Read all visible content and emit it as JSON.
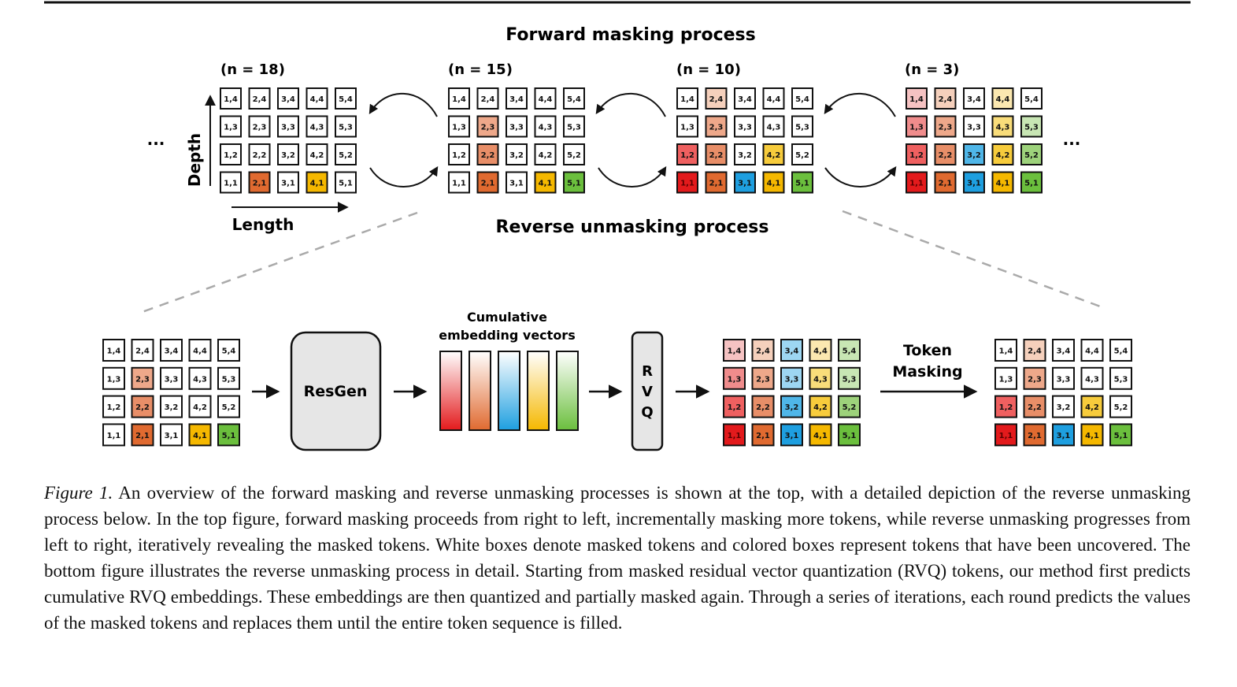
{
  "figure": {
    "title_forward": "Forward masking process",
    "title_reverse": "Reverse unmasking process",
    "axis_depth": "Depth",
    "axis_length": "Length",
    "ellipsis": "...",
    "grid_labels": [
      [
        "1,1",
        "2,1",
        "3,1",
        "4,1",
        "5,1"
      ],
      [
        "1,2",
        "2,2",
        "3,2",
        "4,2",
        "5,2"
      ],
      [
        "1,3",
        "2,3",
        "3,3",
        "4,3",
        "5,3"
      ],
      [
        "1,4",
        "2,4",
        "3,4",
        "4,4",
        "5,4"
      ]
    ],
    "colors": {
      "white": "#ffffff",
      "red": [
        "#e31a1c",
        "#ef6060",
        "#f08c8c",
        "#f5c2c2"
      ],
      "orange": [
        "#e06a30",
        "#e88e68",
        "#eea88a",
        "#f5d0bc"
      ],
      "blue": [
        "#1e9fe0",
        "#4fb6e8",
        "#9dd6f2"
      ],
      "yellow": [
        "#f5b800",
        "#f7cc3c",
        "#f9dd7a",
        "#fbe8b0"
      ],
      "green": [
        "#6bbf3d",
        "#9dd27b",
        "#c8e6b4"
      ]
    },
    "top_grids": [
      {
        "label": "(n = 18)",
        "fill": [
          [
            "white",
            "orange0",
            "white",
            "yellow0",
            "white"
          ],
          [
            "white",
            "white",
            "white",
            "white",
            "white"
          ],
          [
            "white",
            "white",
            "white",
            "white",
            "white"
          ],
          [
            "white",
            "white",
            "white",
            "white",
            "white"
          ]
        ]
      },
      {
        "label": "(n = 15)",
        "fill": [
          [
            "white",
            "orange0",
            "white",
            "yellow0",
            "green0"
          ],
          [
            "white",
            "orange1",
            "white",
            "white",
            "white"
          ],
          [
            "white",
            "orange2",
            "white",
            "white",
            "white"
          ],
          [
            "white",
            "white",
            "white",
            "white",
            "white"
          ]
        ]
      },
      {
        "label": "(n = 10)",
        "fill": [
          [
            "red0",
            "orange0",
            "blue0",
            "yellow0",
            "green0"
          ],
          [
            "red1",
            "orange1",
            "white",
            "yellow1",
            "white"
          ],
          [
            "white",
            "orange2",
            "white",
            "white",
            "white"
          ],
          [
            "white",
            "orange3",
            "white",
            "white",
            "white"
          ]
        ]
      },
      {
        "label": "(n = 3)",
        "fill": [
          [
            "red0",
            "orange0",
            "blue0",
            "yellow0",
            "green0"
          ],
          [
            "red1",
            "orange1",
            "blue1",
            "yellow1",
            "green1"
          ],
          [
            "red2",
            "orange2",
            "white",
            "yellow2",
            "green2"
          ],
          [
            "red3",
            "orange3",
            "white",
            "yellow3",
            "white"
          ]
        ]
      }
    ],
    "bottom": {
      "input_fill": [
        [
          "white",
          "orange0",
          "white",
          "yellow0",
          "green0"
        ],
        [
          "white",
          "orange1",
          "white",
          "white",
          "white"
        ],
        [
          "white",
          "orange2",
          "white",
          "white",
          "white"
        ],
        [
          "white",
          "white",
          "white",
          "white",
          "white"
        ]
      ],
      "resgen_label": "ResGen",
      "embedding_title_line1": "Cumulative",
      "embedding_title_line2": "embedding vectors",
      "rvq_letters": [
        "R",
        "V",
        "Q"
      ],
      "quantized_fill": [
        [
          "red0",
          "orange0",
          "blue0",
          "yellow0",
          "green0"
        ],
        [
          "red1",
          "orange1",
          "blue1",
          "yellow1",
          "green1"
        ],
        [
          "red2",
          "orange2",
          "blue2",
          "yellow2",
          "green2"
        ],
        [
          "red3",
          "orange3",
          "blue2",
          "yellow3",
          "green2"
        ]
      ],
      "token_masking_line1": "Token",
      "token_masking_line2": "Masking",
      "output_fill": [
        [
          "red0",
          "orange0",
          "blue0",
          "yellow0",
          "green0"
        ],
        [
          "red1",
          "orange1",
          "white",
          "yellow1",
          "white"
        ],
        [
          "white",
          "orange2",
          "white",
          "white",
          "white"
        ],
        [
          "white",
          "orange3",
          "white",
          "white",
          "white"
        ]
      ],
      "bar_colors": [
        [
          "#e31a1c",
          "#ffffff"
        ],
        [
          "#e06a30",
          "#ffffff"
        ],
        [
          "#1e9fe0",
          "#ffffff"
        ],
        [
          "#f5b800",
          "#ffffff"
        ],
        [
          "#6bbf3d",
          "#ffffff"
        ]
      ]
    }
  },
  "caption": {
    "label": "Figure 1.",
    "text": " An overview of the forward masking and reverse unmasking processes is shown at the top, with a detailed depiction of the reverse unmasking process below. In the top figure, forward masking proceeds from right to left, incrementally masking more tokens, while reverse unmasking progresses from left to right, iteratively revealing the masked tokens. White boxes denote masked tokens and colored boxes represent tokens that have been uncovered. The bottom figure illustrates the reverse unmasking process in detail. Starting from masked residual vector quantization (RVQ) tokens, our method first predicts cumulative RVQ embeddings. These embeddings are then quantized and partially masked again. Through a series of iterations, each round predicts the values of the masked tokens and replaces them until the entire token sequence is filled."
  }
}
